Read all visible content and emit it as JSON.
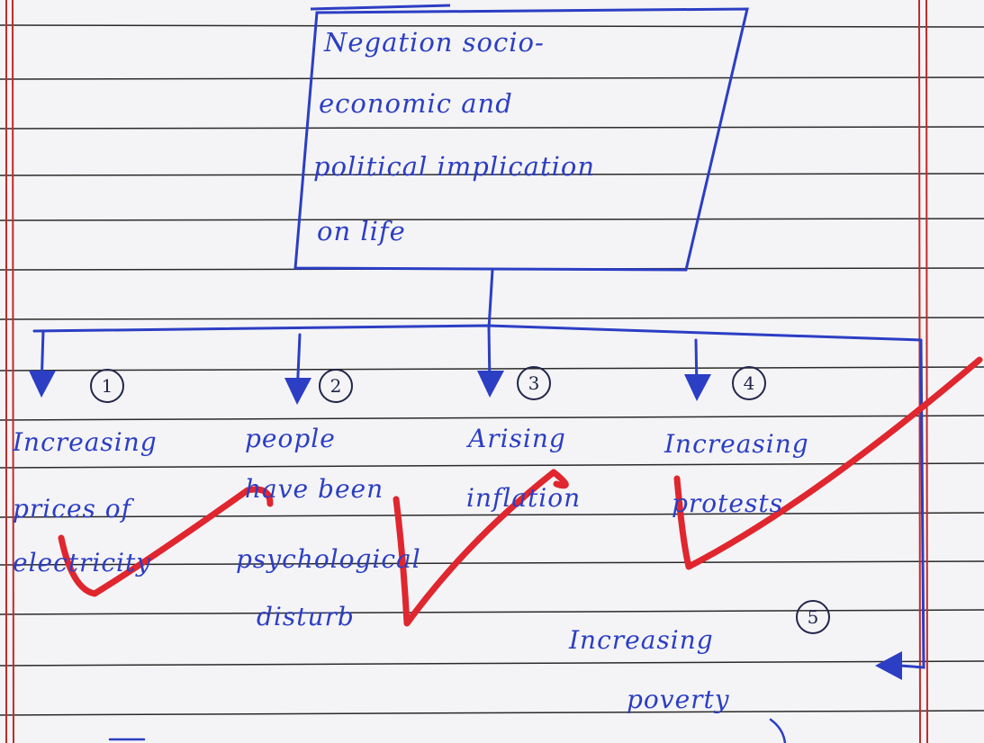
{
  "root": {
    "lines": [
      "Negation socio-",
      "economic and",
      "political implication",
      "on life"
    ]
  },
  "nodes": [
    {
      "number": "1",
      "lines": [
        "Increasing",
        "prices of",
        "electricity"
      ]
    },
    {
      "number": "2",
      "lines": [
        "people",
        "have been",
        "psychological",
        "disturb"
      ]
    },
    {
      "number": "3",
      "lines": [
        "Arising",
        "inflation"
      ]
    },
    {
      "number": "4",
      "lines": [
        "Increasing",
        "protests"
      ]
    },
    {
      "number": "5",
      "lines": [
        "Increasing",
        "poverty"
      ]
    }
  ],
  "colors": {
    "ink": "#2c3ec4",
    "check": "#e0262e",
    "margin": "#c22a2a",
    "rule": "#2a2a2a",
    "paper": "#f4f4f6"
  }
}
